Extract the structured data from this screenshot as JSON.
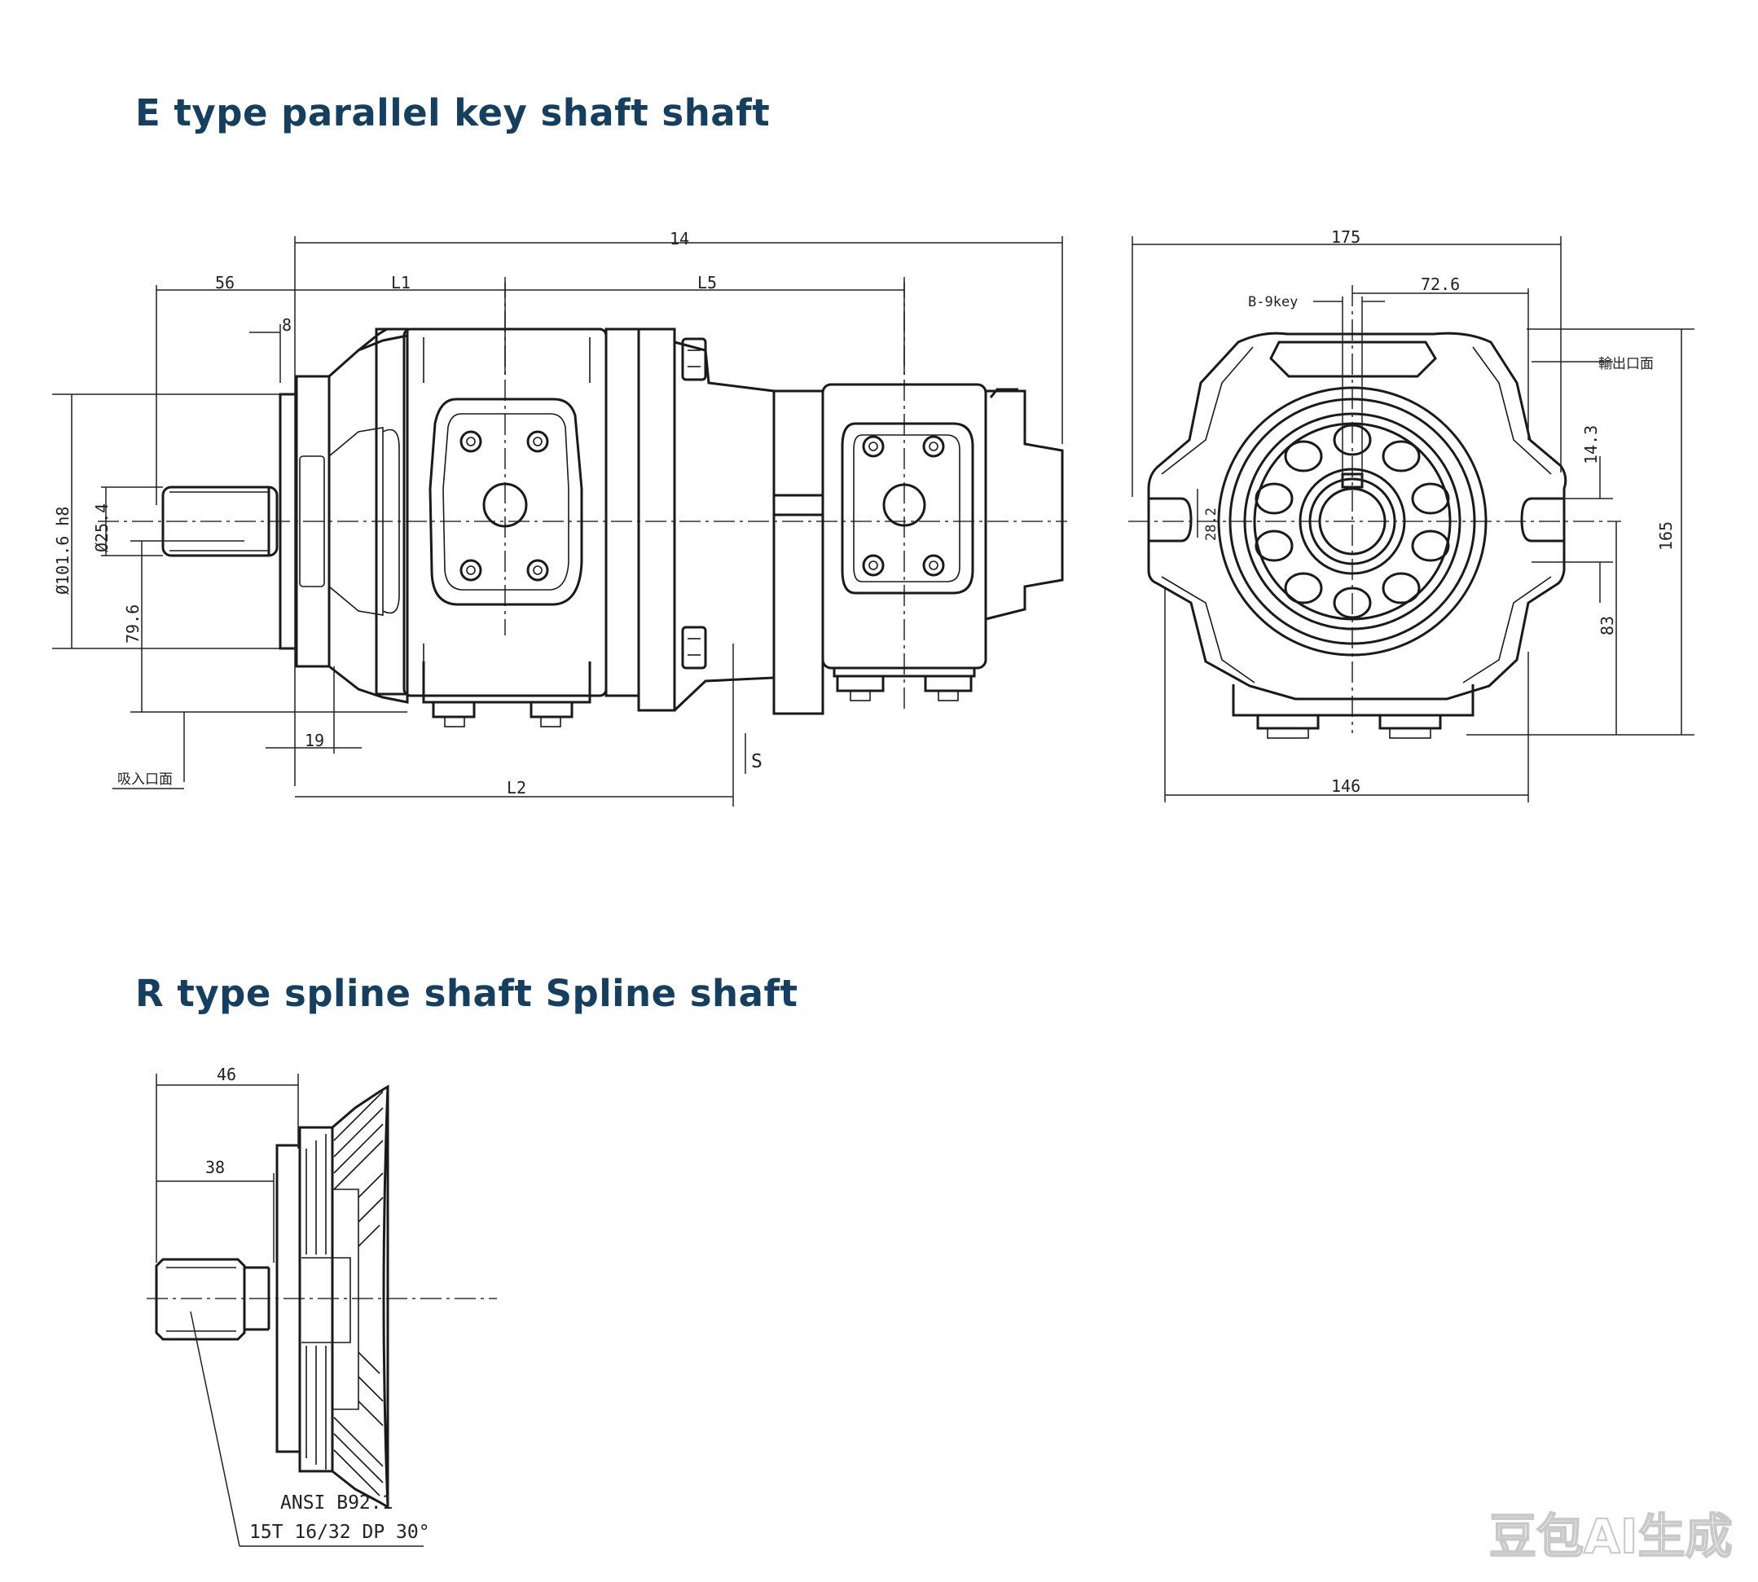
{
  "titles": {
    "e_type": "E type parallel key shaft shaft",
    "r_type": "R type spline shaft Spline shaft"
  },
  "colors": {
    "title": "#153f5f",
    "line": "#1a1a1a"
  },
  "side_view": {
    "dims": {
      "overall": "14",
      "flange_to_shaft": "56",
      "first_section": "L1",
      "second_section": "L5",
      "flange_thickness": "8",
      "pilot_diameter": "Ø101.6 h8",
      "shaft_diameter": "Ø25.4",
      "center_height": "79.6",
      "flange_offset": "19",
      "port_length": "L2",
      "port_label": "S"
    },
    "inlet_note": "吸入口面"
  },
  "front_view": {
    "dims": {
      "overall_width": "175",
      "half_width": "72.6",
      "key_width": "B-9key",
      "height": "165",
      "key_height": "14.3",
      "center_height": "83",
      "bottom_width": "146",
      "key_depth": "28.2"
    },
    "outlet_note": "輸出口面"
  },
  "spline_view": {
    "dims": {
      "overall": "46",
      "shaft": "38"
    },
    "spec": [
      "ANSI B92.1",
      "15T 16/32 DP 30°"
    ]
  },
  "watermark": "豆包AI生成"
}
